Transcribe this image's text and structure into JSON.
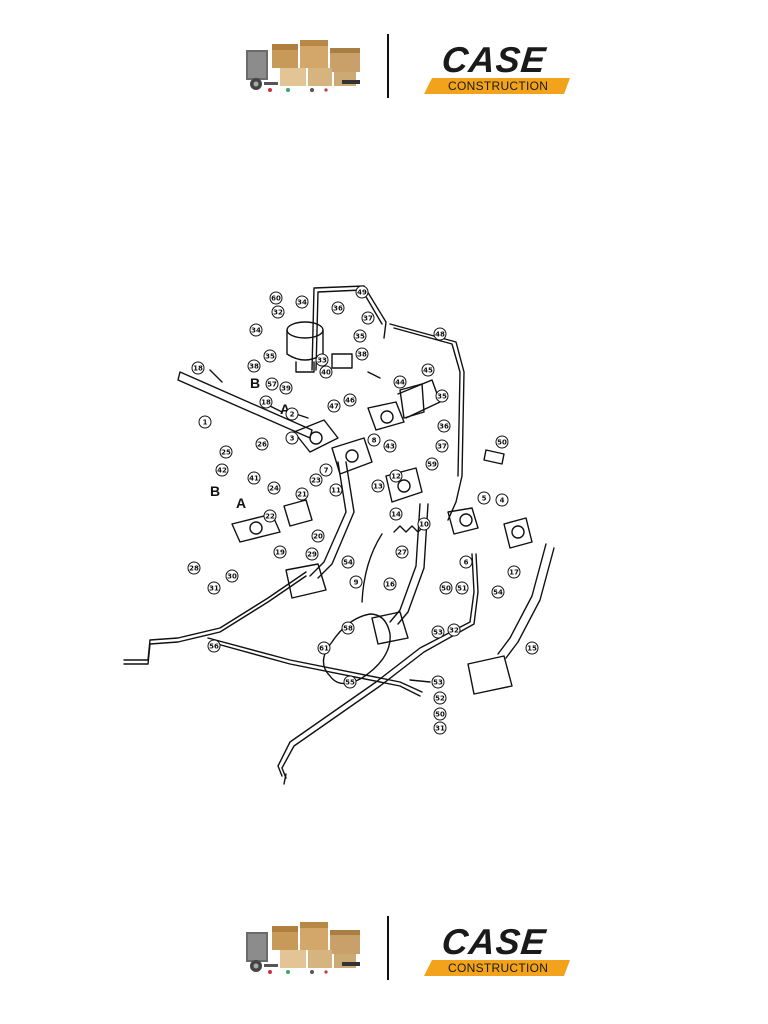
{
  "branding": {
    "brand_name": "CASE",
    "brand_tagline": "CONSTRUCTION",
    "brand_color": "#f2a31b"
  },
  "diagram": {
    "callouts": [
      "1",
      "2",
      "3",
      "4",
      "5",
      "6",
      "7",
      "8",
      "9",
      "10",
      "11",
      "12",
      "13",
      "14",
      "15",
      "16",
      "17",
      "18",
      "18",
      "19",
      "20",
      "21",
      "22",
      "23",
      "24",
      "25",
      "26",
      "27",
      "28",
      "29",
      "30",
      "31",
      "31",
      "32",
      "32",
      "33",
      "34",
      "34",
      "35",
      "35",
      "35",
      "36",
      "36",
      "37",
      "37",
      "38",
      "38",
      "39",
      "40",
      "41",
      "42",
      "43",
      "44",
      "45",
      "46",
      "47",
      "48",
      "49",
      "50",
      "50",
      "50",
      "51",
      "52",
      "53",
      "53",
      "54",
      "54",
      "55",
      "56",
      "57",
      "58",
      "59",
      "60",
      "61"
    ],
    "reference_letters": [
      "A",
      "B",
      "A",
      "B"
    ],
    "line_color": "#111111"
  },
  "icons": [
    "parts-pile-icon",
    "case-logo-icon"
  ]
}
